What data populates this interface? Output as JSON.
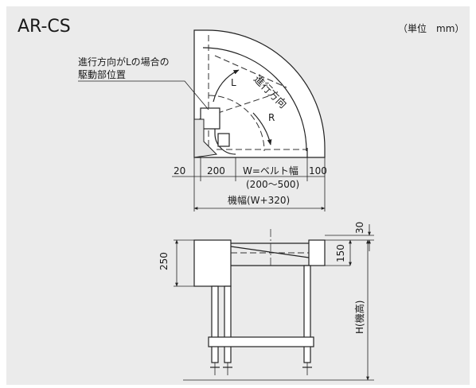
{
  "title": "AR-CS",
  "unit_label": "（単位　mm）",
  "callout": {
    "line1": "進行方向がLの場合の",
    "line2": "駆動部位置"
  },
  "direction": {
    "label": "進行方向",
    "left": "L",
    "right": "R"
  },
  "plan_dims": {
    "d20": "20",
    "d200": "200",
    "belt_width": "W=ベルト幅",
    "belt_range": "(200～500)",
    "d100": "100",
    "machine_width": "機幅(W+320)"
  },
  "side_dims": {
    "d30": "30",
    "d150": "150",
    "d250": "250",
    "height": "H(機高)"
  },
  "colors": {
    "background": "#ebebeb",
    "line": "#222222"
  }
}
